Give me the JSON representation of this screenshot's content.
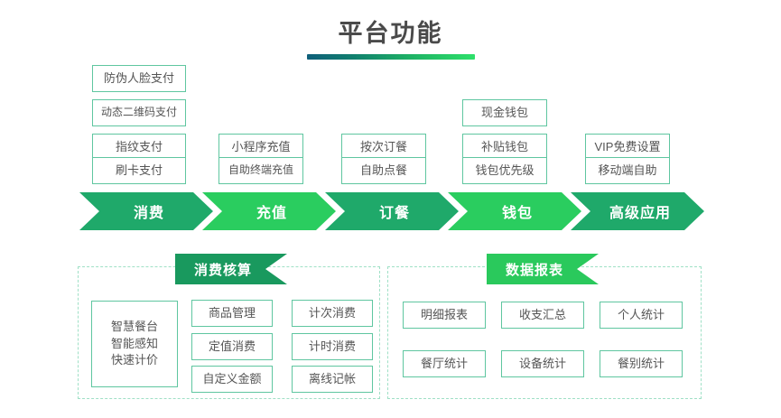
{
  "page": {
    "title": "平台功能",
    "background": "#ffffff",
    "text_color": "#555555",
    "box_border_color": "#5fc6a0",
    "accent_dark_green": "#1fa96a",
    "accent_light_green": "#2acd5f",
    "panel_border_color": "#9fe0c6",
    "title_rule_gradient": [
      "#0f5f7a",
      "#11806e",
      "#1eb265",
      "#2ee06a"
    ]
  },
  "process": {
    "columns": [
      {
        "key": "consumption",
        "stage_label": "消费",
        "stage_tone": "dark",
        "items": [
          "防伪人脸支付",
          "动态二维码支付",
          "指纹支付",
          "刷卡支付"
        ]
      },
      {
        "key": "recharge",
        "stage_label": "充值",
        "stage_tone": "light",
        "items": [
          "小程序充值",
          "自助终端充值"
        ]
      },
      {
        "key": "ordering",
        "stage_label": "订餐",
        "stage_tone": "dark",
        "items": [
          "按次订餐",
          "自助点餐"
        ]
      },
      {
        "key": "wallet",
        "stage_label": "钱包",
        "stage_tone": "light",
        "items": [
          "现金钱包",
          "补贴钱包",
          "钱包优先级"
        ]
      },
      {
        "key": "advanced",
        "stage_label": "高级应用",
        "stage_tone": "dark",
        "items": [
          "VIP免费设置",
          "移动端自助"
        ]
      }
    ]
  },
  "panels": [
    {
      "key": "accounting",
      "header": "消费核算",
      "header_tone": "dark",
      "feature_block": [
        "智慧餐台",
        "智能感知",
        "快速计价"
      ],
      "col_a": [
        "商品管理",
        "定值消费",
        "自定义金额"
      ],
      "col_b": [
        "计次消费",
        "计时消费",
        "离线记帐"
      ]
    },
    {
      "key": "reports",
      "header": "数据报表",
      "header_tone": "light",
      "row_a": [
        "明细报表",
        "收支汇总",
        "个人统计"
      ],
      "row_b": [
        "餐厅统计",
        "设备统计",
        "餐别统计"
      ]
    }
  ]
}
